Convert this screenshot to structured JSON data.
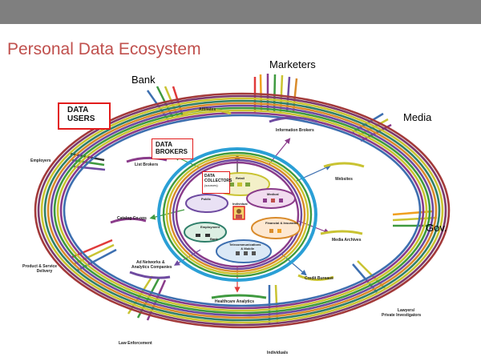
{
  "slide": {
    "title": "Personal Data Ecosystem"
  },
  "callouts": {
    "data_users": [
      "DATA",
      "USERS"
    ],
    "data_brokers": [
      "DATA",
      "BROKERS"
    ],
    "data_collectors": [
      "DATA",
      "COLLECTORS"
    ],
    "data_collectors_sub": "(sources)"
  },
  "outer_labels": {
    "marketers": "Marketers",
    "bank": "Bank",
    "media": "Media",
    "gov": "Gov.",
    "employers": "Employers",
    "product_service": [
      "Product & Service",
      "Delivery"
    ],
    "law_enforcement": "Law Enforcement",
    "individuals": "Individuals",
    "lawyers": [
      "Lawyers/",
      "Private Investigators"
    ]
  },
  "middle_labels": {
    "affiliates": "Affiliates",
    "information_brokers": "Information Brokers",
    "list_brokers": "List Brokers",
    "websites": "Websites",
    "catalog_coops": "Catalog Co-ops",
    "media_archives": "Media Archives",
    "ad_networks": [
      "Ad Networks &",
      "Analytics Companies"
    ],
    "credit_bureaus": "Credit Bureaus",
    "healthcare_analytics": "Healthcare Analytics"
  },
  "inner_labels": {
    "retail": "Retail",
    "medical": "Medical",
    "bank": "Bank",
    "financial": "Financial & Insurance",
    "telecom": [
      "Telecommunications",
      "& Mobile"
    ],
    "individual": "Individual",
    "public": "Public",
    "employment": "Employment"
  },
  "colors": {
    "title": "#c0504d",
    "topbar": "#7f7f7f",
    "callout_border": "#e21b1b",
    "ring_bands": [
      "#a33a3a",
      "#7a3b6e",
      "#c9c332",
      "#2f7f6a",
      "#d98b2b",
      "#6e4aa0",
      "#3f9a3f",
      "#c9c332",
      "#8a3b8a",
      "#3d6fb0"
    ],
    "inner_ring": "#2a9fd6"
  }
}
